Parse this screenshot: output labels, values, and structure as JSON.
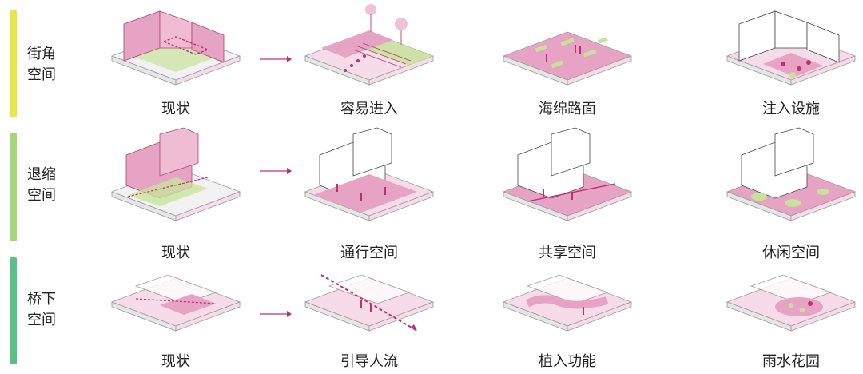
{
  "rows": [
    {
      "label_lines": [
        "街角",
        "空间"
      ],
      "color": "#e8e64a",
      "captions": [
        "现状",
        "容易进入",
        "海绵路面",
        "注入设施"
      ]
    },
    {
      "label_lines": [
        "退缩",
        "空间"
      ],
      "color": "#a6d67a",
      "captions": [
        "现状",
        "通行空间",
        "共享空间",
        "休闲空间"
      ]
    },
    {
      "label_lines": [
        "桥下",
        "空间"
      ],
      "color": "#5cbf8a",
      "captions": [
        "现状",
        "引导人流",
        "植入功能",
        "雨水花园"
      ]
    }
  ],
  "colors": {
    "pink": "#e7a3c3",
    "pink_light": "#f6dbe8",
    "magenta": "#c0306e",
    "green": "#c7e39b",
    "arrow": "#c0306e"
  }
}
